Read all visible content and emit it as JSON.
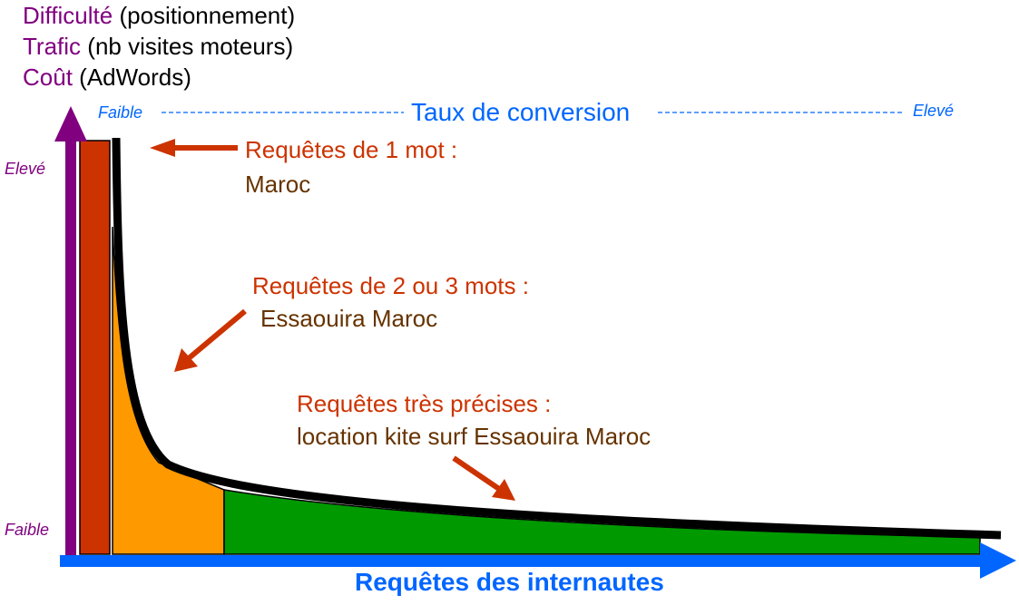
{
  "legend": [
    {
      "term": "Difficulté",
      "desc": "(positionnement)"
    },
    {
      "term": "Trafic",
      "desc": "(nb visites moteurs)"
    },
    {
      "term": "Coût",
      "desc": "(AdWords)"
    }
  ],
  "y_axis": {
    "high": "Elevé",
    "low": "Faible"
  },
  "conversion": {
    "title": "Taux de conversion",
    "low": "Faible",
    "high": "Elevé"
  },
  "x_axis": {
    "label": "Requêtes des internautes"
  },
  "annotations": [
    {
      "title": "Requêtes de 1 mot :",
      "example": "Maroc"
    },
    {
      "title": "Requêtes de 2 ou 3 mots :",
      "example": "Essaouira Maroc"
    },
    {
      "title": "Requêtes très précises :",
      "example": "location kite surf Essaouira Maroc"
    }
  ],
  "colors": {
    "purple": "#800080",
    "blue": "#0066ff",
    "red": "#cc3300",
    "orange": "#ff9900",
    "green": "#009900",
    "brown": "#663300"
  }
}
